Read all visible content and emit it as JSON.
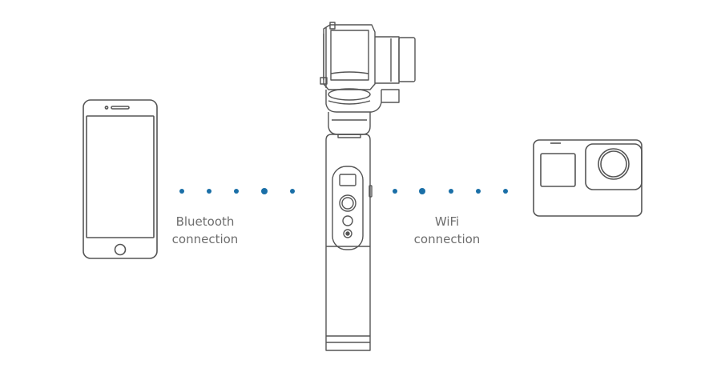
{
  "colors": {
    "dot": "#1a6fa7",
    "stroke": "#555555",
    "label": "#6e6e6e"
  },
  "devices": {
    "phone": {
      "icon": "smartphone-icon"
    },
    "gimbal": {
      "icon": "handheld-gimbal-icon"
    },
    "camera": {
      "icon": "action-camera-icon"
    }
  },
  "connections": {
    "bluetooth": {
      "line1": "Bluetooth",
      "line2": "connection"
    },
    "wifi": {
      "line1": "WiFi",
      "line2": "connection"
    }
  }
}
